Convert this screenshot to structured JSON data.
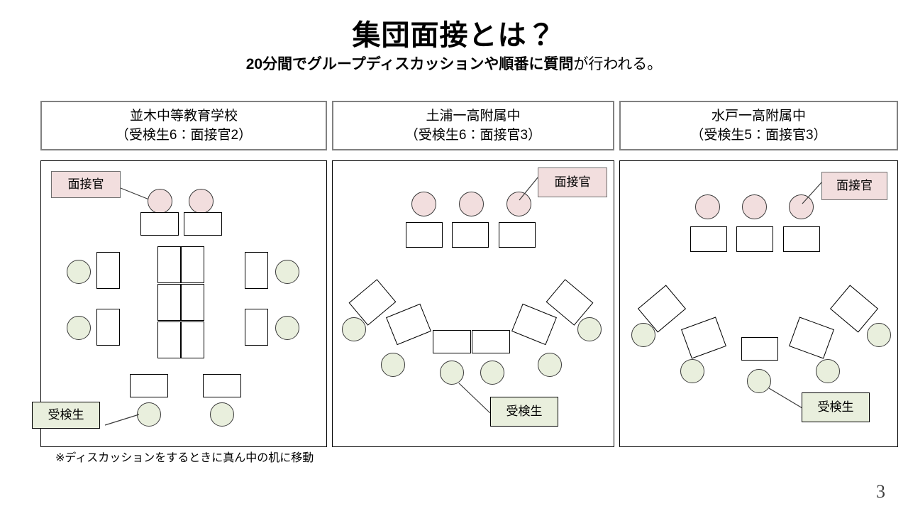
{
  "slide": {
    "title": "集団面接とは？",
    "subtitle_bold": "20分間でグループディスカッションや順番に質問",
    "subtitle_light": "が行われる。",
    "footnote": "※ディスカッションをするときに真ん中の机に移動",
    "page_number": "3"
  },
  "legend": {
    "interviewer_label": "面接官",
    "student_label": "受検生",
    "interviewer_color": "#f2dede",
    "student_color": "#e9efdd",
    "desk_color": "#ffffff",
    "border_color": "#000000"
  },
  "panels": [
    {
      "school": "並木中等教育学校",
      "composition": "（受検生6：面接官2）",
      "interviewer_count": 2,
      "student_count": 6,
      "interviewer_desk_count": 2,
      "student_desk_count": 6,
      "center_table_count": 6,
      "layout": "grid",
      "callout_interviewer": "面接官",
      "callout_student": "受検生"
    },
    {
      "school": "土浦一高附属中",
      "composition": "（受検生6：面接官3）",
      "interviewer_count": 3,
      "student_count": 6,
      "interviewer_desk_count": 3,
      "student_desk_count": 6,
      "center_table_count": 0,
      "layout": "arc",
      "callout_interviewer": "面接官",
      "callout_student": "受検生"
    },
    {
      "school": "水戸一高附属中",
      "composition": "（受検生5：面接官3）",
      "interviewer_count": 3,
      "student_count": 5,
      "interviewer_desk_count": 3,
      "student_desk_count": 5,
      "center_table_count": 0,
      "layout": "arc",
      "callout_interviewer": "面接官",
      "callout_student": "受検生"
    }
  ]
}
